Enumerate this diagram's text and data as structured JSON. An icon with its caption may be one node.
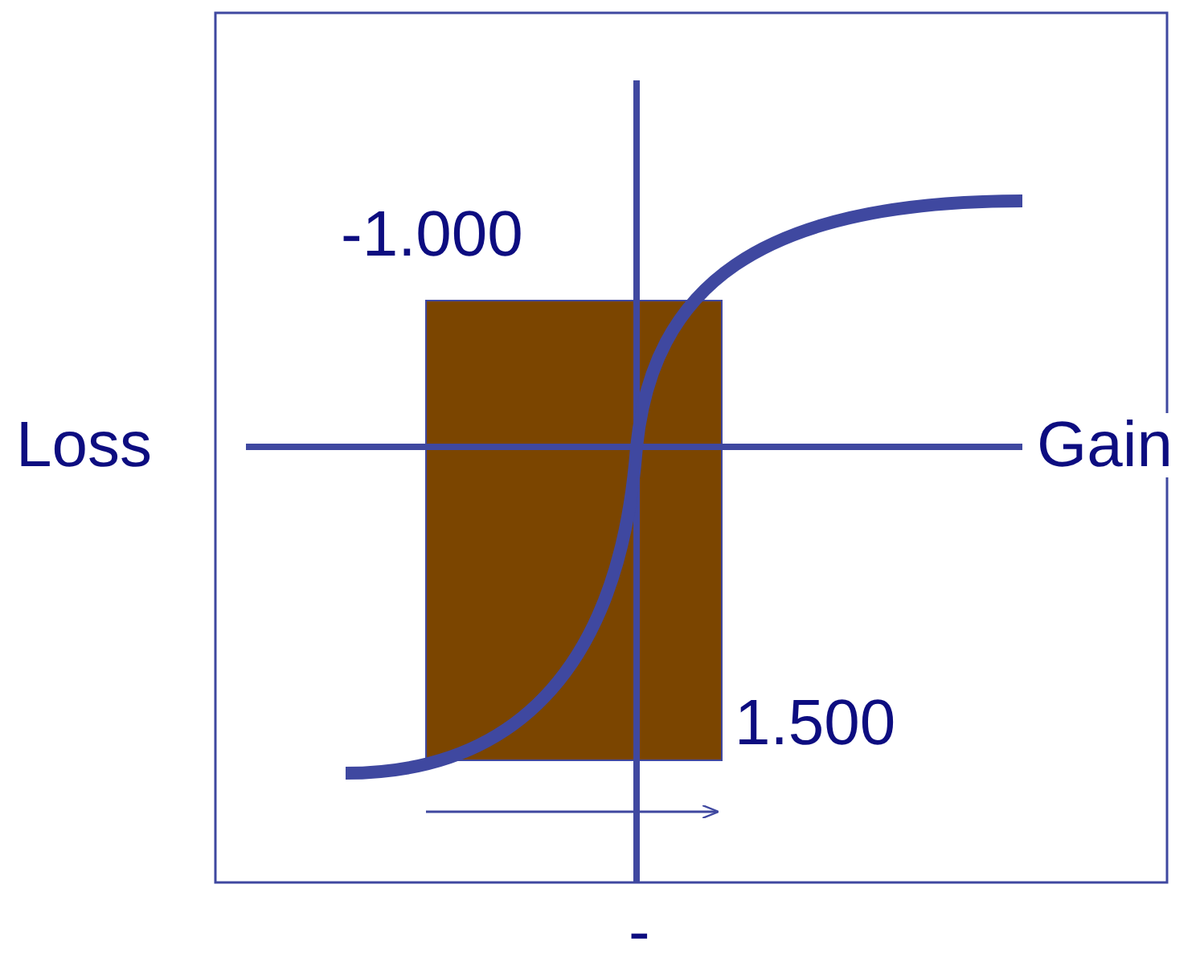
{
  "diagram": {
    "nodes": [
      {
        "text": [],
        "shape": "box"
      }
    ],
    "labels": [
      "-1.000",
      "Loss",
      "Gain",
      "1.500",
      "-"
    ]
  }
}
